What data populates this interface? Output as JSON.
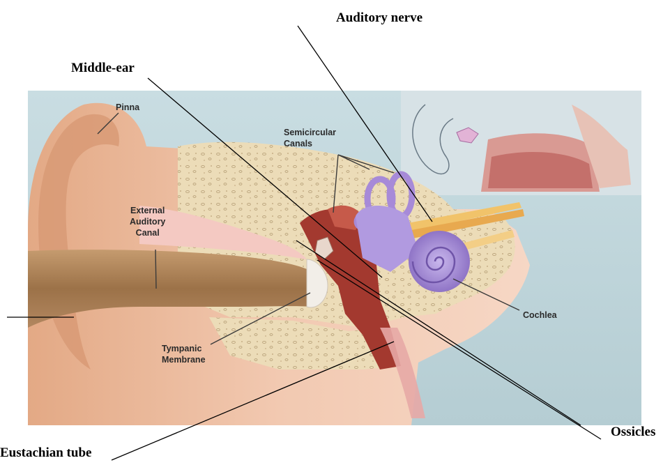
{
  "outer_labels": {
    "auditory_nerve": "Auditory nerve",
    "middle_ear": "Middle-ear",
    "ossicles": "Ossicles",
    "eustachian_tube": "Eustachian tube"
  },
  "inner_labels": {
    "pinna": "Pinna",
    "semicircular_line1": "Semicircular",
    "semicircular_line2": "Canals",
    "external_line1": "External",
    "external_line2": "Auditory",
    "external_line3": "Canal",
    "cochlea": "Cochlea",
    "tympanic_line1": "Tympanic",
    "tympanic_line2": "Membrane"
  },
  "colors": {
    "background_panel": "#bcd3d9",
    "skin": "#f1c7ad",
    "canal": "#a57d52",
    "bone": "#ead9b4",
    "inner_ear": "#a88ed6",
    "nerve": "#f3c063",
    "middle_ear_red": "#a23a32",
    "leader_lines": "#000000"
  }
}
